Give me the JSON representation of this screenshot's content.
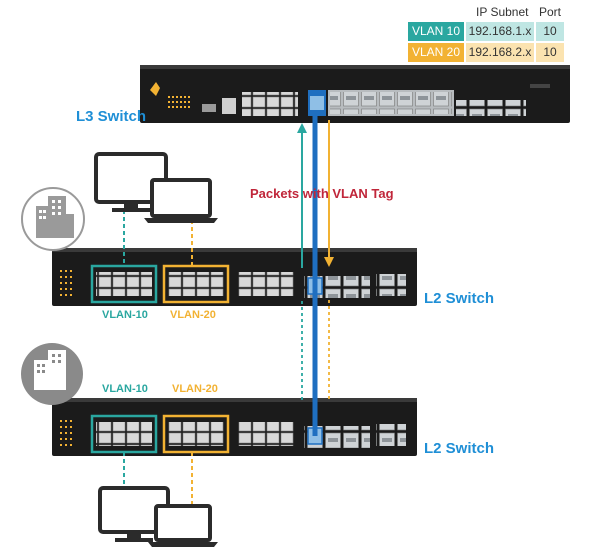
{
  "legend": {
    "header_subnet": "IP Subnet",
    "header_port": "Port",
    "rows": [
      {
        "vlan": "VLAN 10",
        "subnet": "192.168.1.x",
        "port": "10"
      },
      {
        "vlan": "VLAN 20",
        "subnet": "192.168.2.x",
        "port": "10"
      }
    ]
  },
  "labels": {
    "l3_switch": "L3 Switch",
    "packets": "Packets with VLAN Tag",
    "l2_switch_1": "L2 Switch",
    "l2_switch_2": "L2 Switch",
    "vlan10_top": "VLAN-10",
    "vlan20_top": "VLAN-20",
    "vlan10_bottom": "VLAN-10",
    "vlan20_bottom": "VLAN-20"
  },
  "colors": {
    "vlan10": "#2aa7a0",
    "vlan20": "#f2b233",
    "trunk": "#1f6fc0",
    "switch_label": "#1f8fd6",
    "packets_label": "#c0263a",
    "vlan10_cell_bg": "#bfe6e3",
    "vlan20_cell_bg": "#fbe3b0"
  }
}
